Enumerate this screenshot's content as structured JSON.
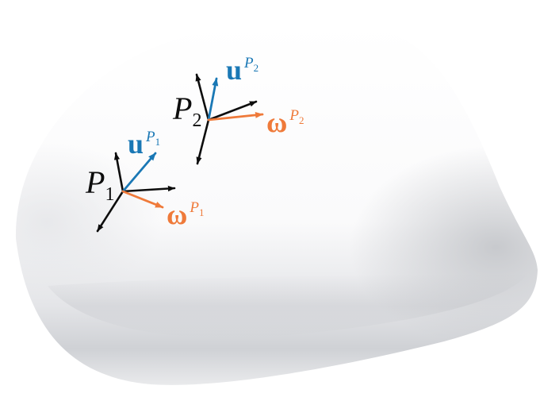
{
  "colors": {
    "frame_axis": "#0d0d0d",
    "u_vector": "#1a78b5",
    "omega_vector": "#ef7a3a",
    "surface_light": "#fbfbfc",
    "surface_shadow": "#c6c8cc"
  },
  "labels": {
    "p1": {
      "base": "P",
      "sub": "1"
    },
    "p2": {
      "base": "P",
      "sub": "2"
    },
    "u_p1": {
      "base": "u",
      "sup": "P",
      "supsub": "1"
    },
    "u_p2": {
      "base": "u",
      "sup": "P",
      "supsub": "2"
    },
    "omega_p1": {
      "base": "ω",
      "sup": "P",
      "supsub": "1"
    },
    "omega_p2": {
      "base": "ω",
      "sup": "P",
      "supsub": "2"
    }
  }
}
